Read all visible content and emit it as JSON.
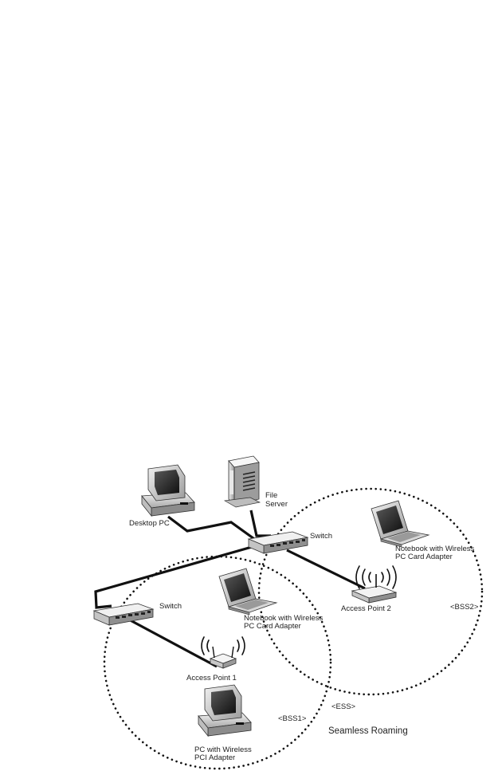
{
  "labels": {
    "desktop_pc": "Desktop PC",
    "file_server_l1": "File",
    "file_server_l2": "Server",
    "switch_top": "Switch",
    "switch_left": "Switch",
    "notebook_bss2_l1": "Notebook with Wireless",
    "notebook_bss2_l2": "PC Card Adapter",
    "notebook_bss1_l1": "Notebook with Wireless",
    "notebook_bss1_l2": "PC Card Adapter",
    "access_point_2": "Access Point 2",
    "access_point_1": "Access Point 1",
    "bss2": "<BSS2>",
    "bss1": "<BSS1>",
    "ess": "<ESS>",
    "seamless_roaming": "Seamless Roaming",
    "pc_wireless_l1": "PC with Wireless",
    "pc_wireless_l2": "PCI Adapter"
  }
}
